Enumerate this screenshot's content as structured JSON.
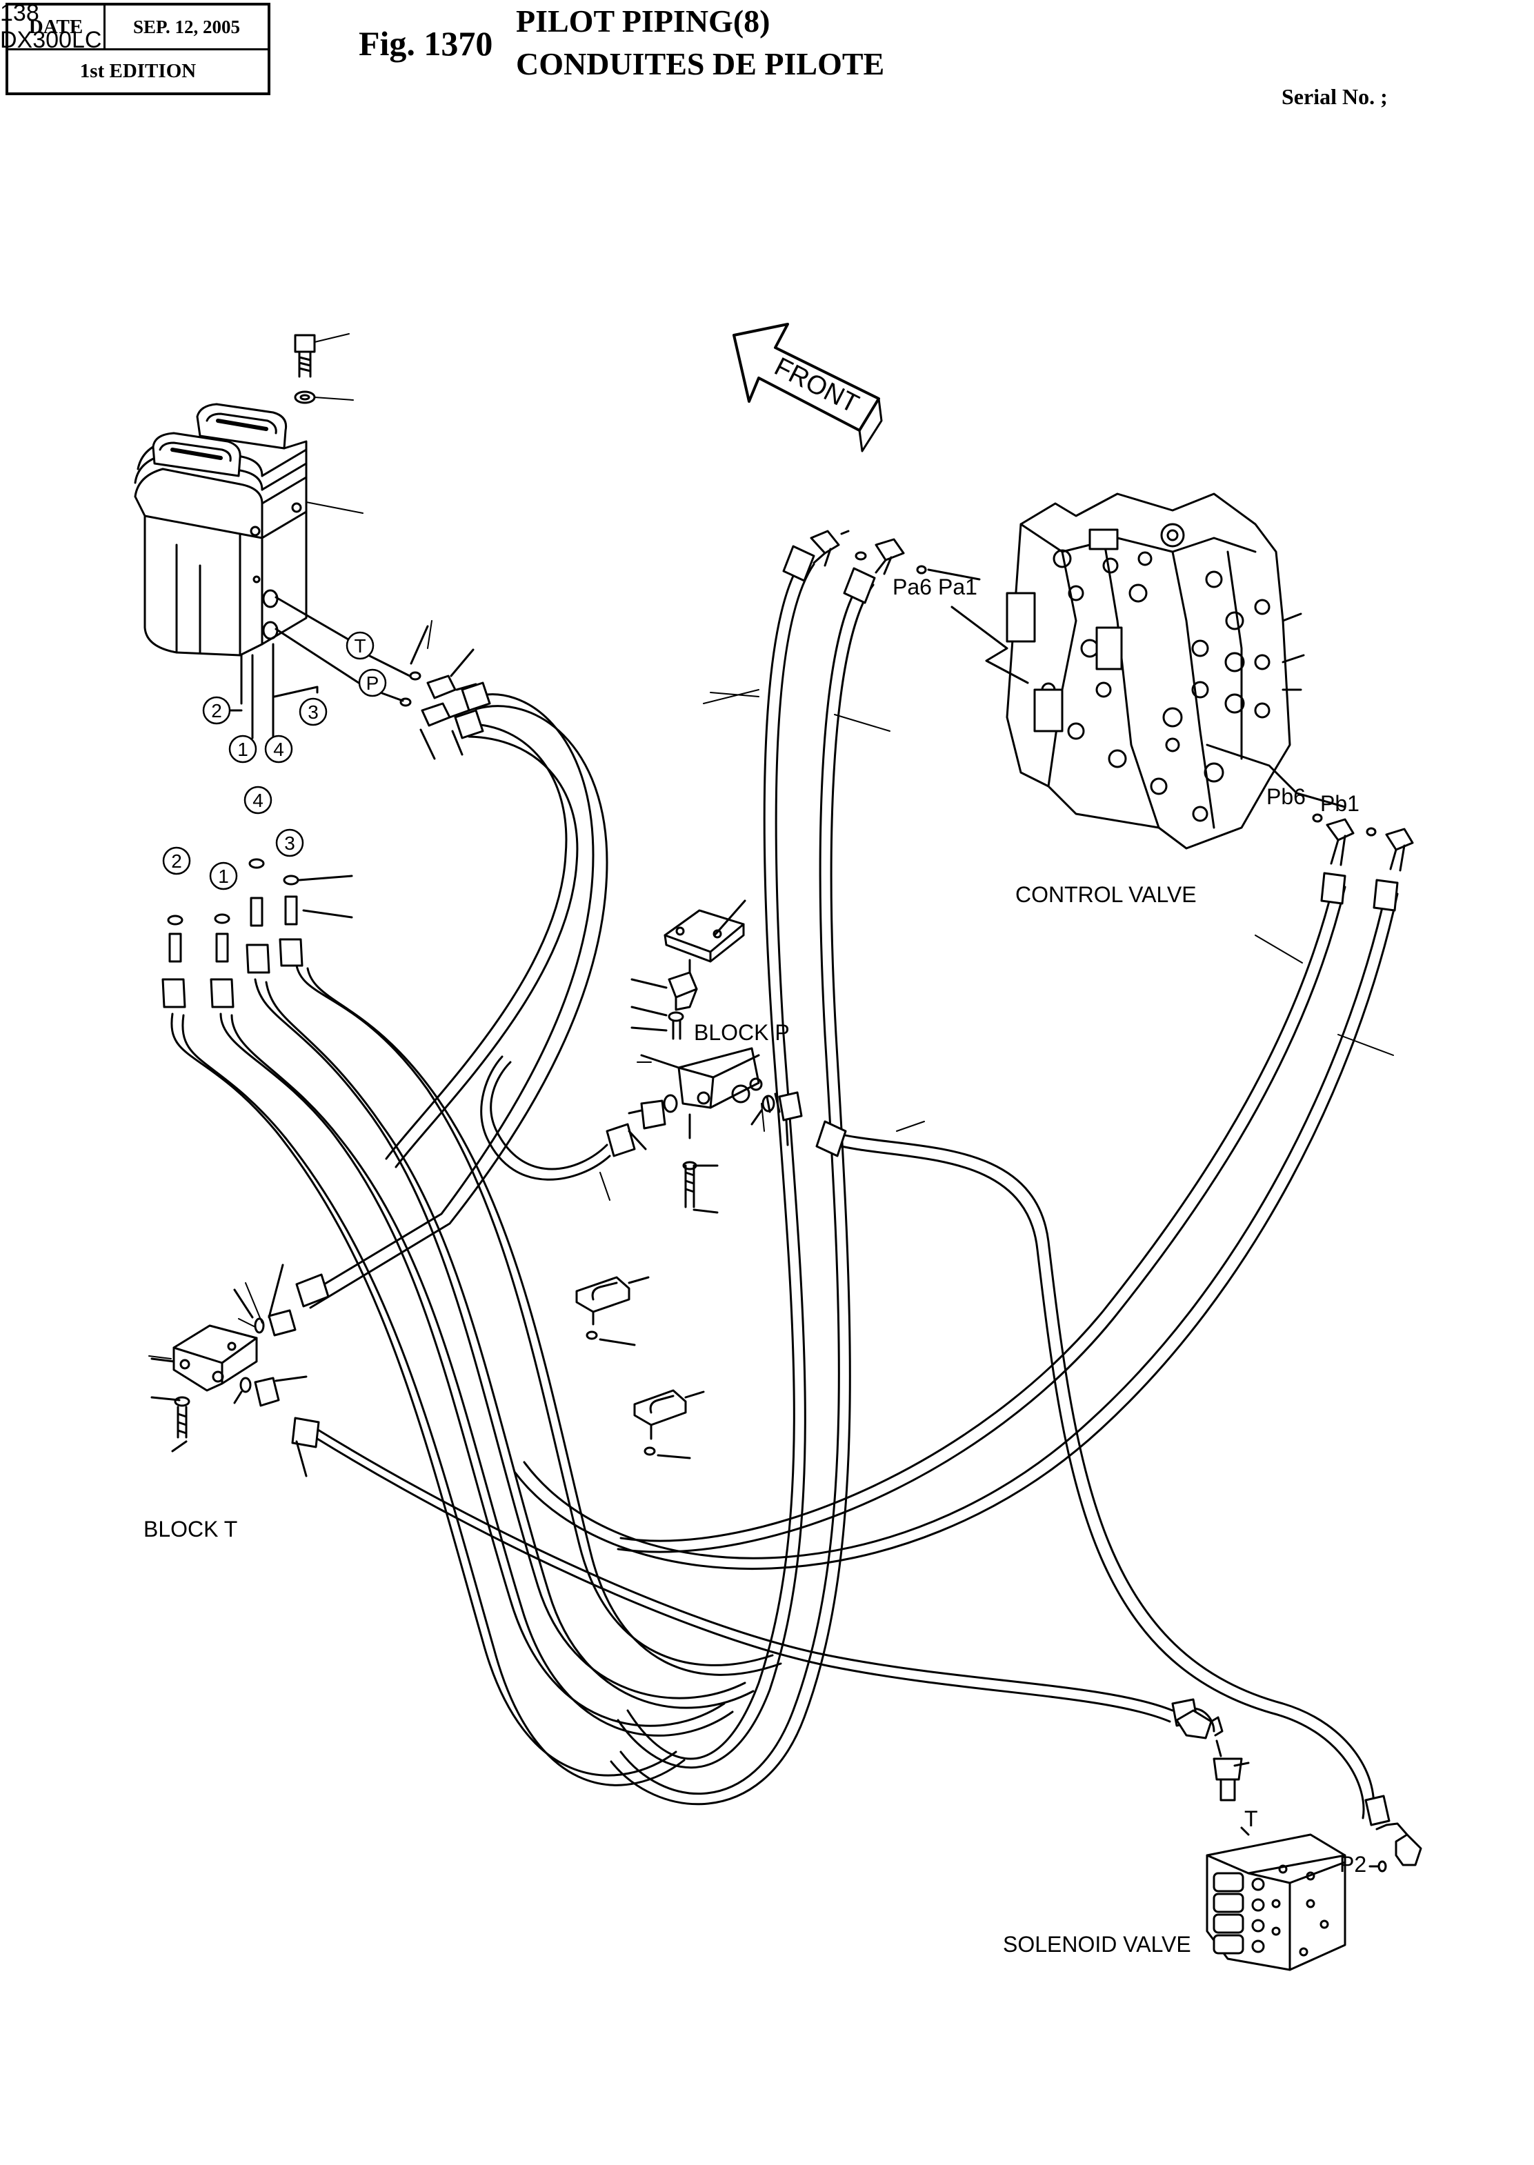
{
  "header": {
    "date_label": "DATE",
    "date_value": "SEP. 12, 2005",
    "edition": "1st EDITION",
    "fig_number": "Fig. 1370",
    "title_en": "PILOT PIPING(8)",
    "title_fr": "CONDUITES DE PILOTE",
    "serial": "Serial No. ;"
  },
  "footer": {
    "page_number": "138",
    "model": "DX300LC"
  },
  "labels": {
    "front": "FRONT",
    "control_valve": "CONTROL VALVE",
    "block_p": "BLOCK P",
    "block_t": "BLOCK T",
    "solenoid_valve": "SOLENOID VALVE",
    "port_pa6": "Pa6",
    "port_pa1": "Pa1",
    "port_pb6": "Pb6",
    "port_pb1": "Pb1",
    "port_p2": "P2",
    "port_t_solenoid": "T",
    "port_t_pedal": "T",
    "port_p_pedal": "P",
    "circle_1": "1",
    "circle_2": "2",
    "circle_3": "3",
    "circle_4": "4"
  }
}
